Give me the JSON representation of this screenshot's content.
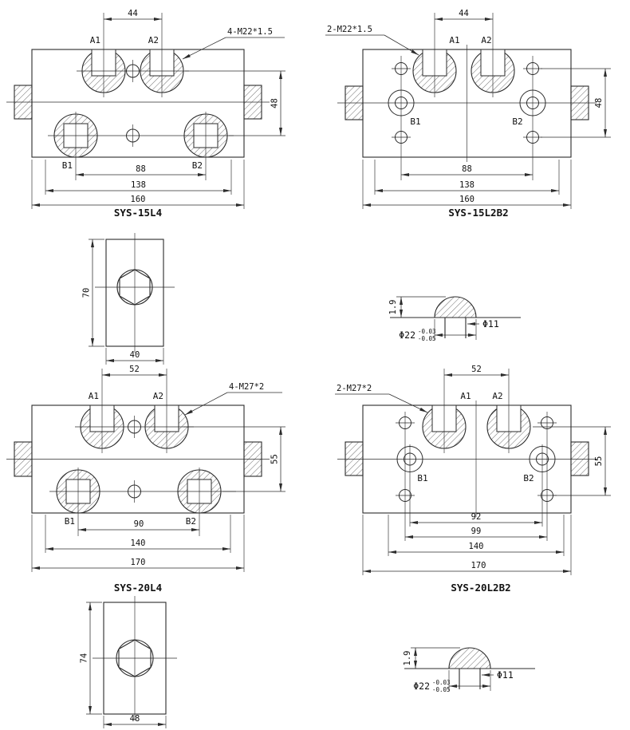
{
  "colors": {
    "ink": "#2b2b2b",
    "background": "#ffffff"
  },
  "views": {
    "sys15l4": {
      "title": "SYS-15L4",
      "thread_spec": "4-M22*1.5",
      "port_a1": "A1",
      "port_a2": "A2",
      "port_b1": "B1",
      "port_b2": "B2",
      "dim_port_spacing": "44",
      "dim_row_spacing": "48",
      "dim_b_spacing": "88",
      "dim_mount": "138",
      "dim_width": "160"
    },
    "sys15l2b2": {
      "title": "SYS-15L2B2",
      "thread_spec": "2-M22*1.5",
      "port_a1": "A1",
      "port_a2": "A2",
      "port_b1": "B1",
      "port_b2": "B2",
      "dim_port_spacing": "44",
      "dim_row_spacing": "48",
      "dim_b_spacing": "88",
      "dim_mount": "138",
      "dim_width": "160"
    },
    "side15": {
      "dim_height": "70",
      "dim_width": "40"
    },
    "plug15": {
      "dim_protrusion": "1.9",
      "dia_outer": "Φ22",
      "tol_upper": "-0.03",
      "tol_lower": "-0.05",
      "dia_inner": "Φ11"
    },
    "sys20l4": {
      "title": "SYS-20L4",
      "thread_spec": "4-M27*2",
      "port_a1": "A1",
      "port_a2": "A2",
      "port_b1": "B1",
      "port_b2": "B2",
      "dim_port_spacing": "52",
      "dim_row_spacing": "55",
      "dim_b_spacing": "90",
      "dim_mount": "140",
      "dim_width": "170"
    },
    "sys20l2b2": {
      "title": "SYS-20L2B2",
      "thread_spec": "2-M27*2",
      "port_a1": "A1",
      "port_a2": "A2",
      "port_b1": "B1",
      "port_b2": "B2",
      "dim_port_spacing": "52",
      "dim_row_spacing": "55",
      "dim_b_spacing": "92",
      "dim_b2_spacing": "99",
      "dim_mount": "140",
      "dim_width": "170"
    },
    "side20": {
      "dim_height": "74",
      "dim_width": "48"
    },
    "plug20": {
      "dim_protrusion": "1.9",
      "dia_outer": "Φ22",
      "tol_upper": "-0.03",
      "tol_lower": "-0.05",
      "dia_inner": "Φ11"
    }
  }
}
